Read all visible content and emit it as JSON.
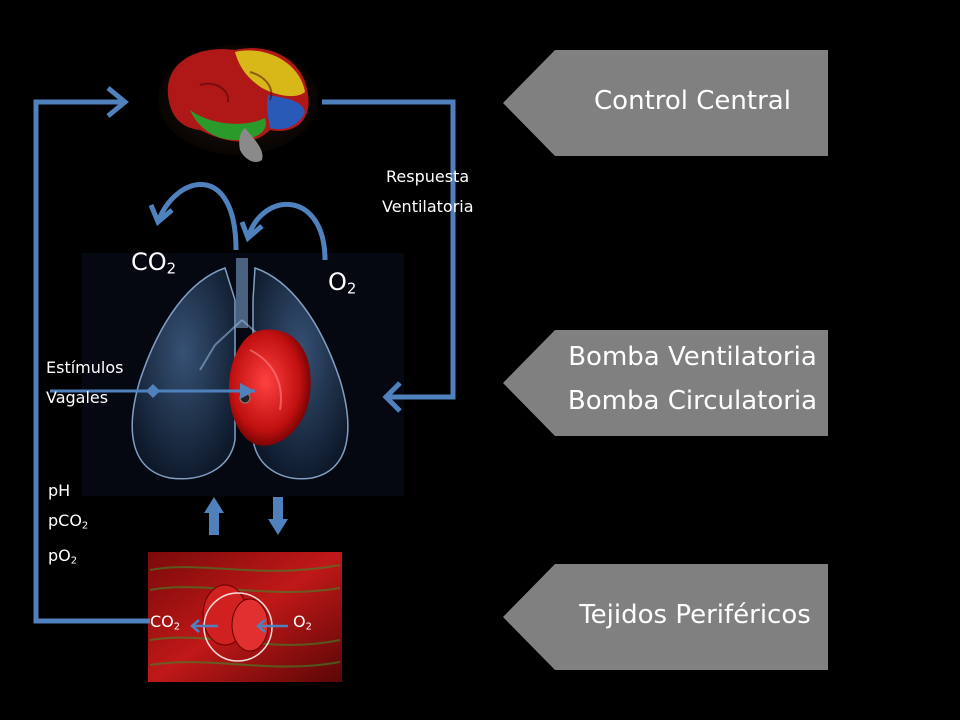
{
  "colors": {
    "background": "#000000",
    "arrow": "#4f81bd",
    "panel": "#808080",
    "text": "#ffffff"
  },
  "panels": {
    "control": "Control Central",
    "pump_ventilatory": "Bomba Ventilatoria",
    "pump_circulatory": "Bomba Circulatoria",
    "peripheral": "Tejidos Periféricos"
  },
  "labels": {
    "response_line1": "Respuesta",
    "response_line2": "Ventilatoria",
    "co2_base": "CO",
    "co2_sub": "2",
    "o2_base": "O",
    "o2_sub": "2",
    "stimuli_line1": "Estímulos",
    "stimuli_line2": "Vagales",
    "ph": "pH",
    "pco2_base": "pCO",
    "pco2_sub": "2",
    "po2_base": "pO",
    "po2_sub": "2",
    "tissue_co2_base": "CO",
    "tissue_co2_sub": "2",
    "tissue_o2_base": "O",
    "tissue_o2_sub": "2"
  },
  "images": {
    "brain": "brain-illustration",
    "lungs_heart": "lungs-and-heart-illustration",
    "tissue": "muscle-tissue-with-red-blood-cell"
  }
}
